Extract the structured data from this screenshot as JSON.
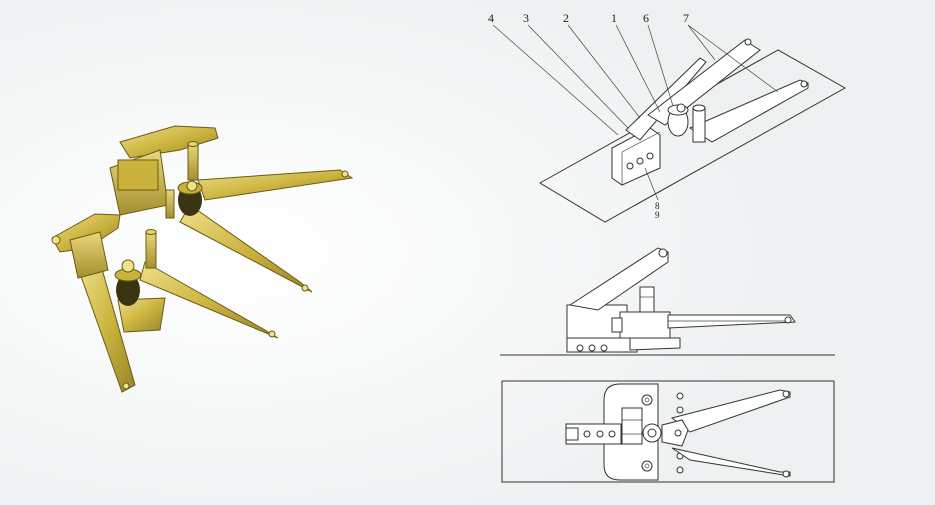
{
  "colors": {
    "background": "#f3f5f6",
    "brass_light": "#e6d36a",
    "brass_mid": "#c9b23c",
    "brass_dark": "#8c7a22",
    "line": "#333333"
  },
  "callouts": {
    "label_4": "4",
    "label_3": "3",
    "label_2": "2",
    "label_1": "1",
    "label_6": "6",
    "label_7": "7",
    "label_8": "8",
    "label_9": "9"
  }
}
